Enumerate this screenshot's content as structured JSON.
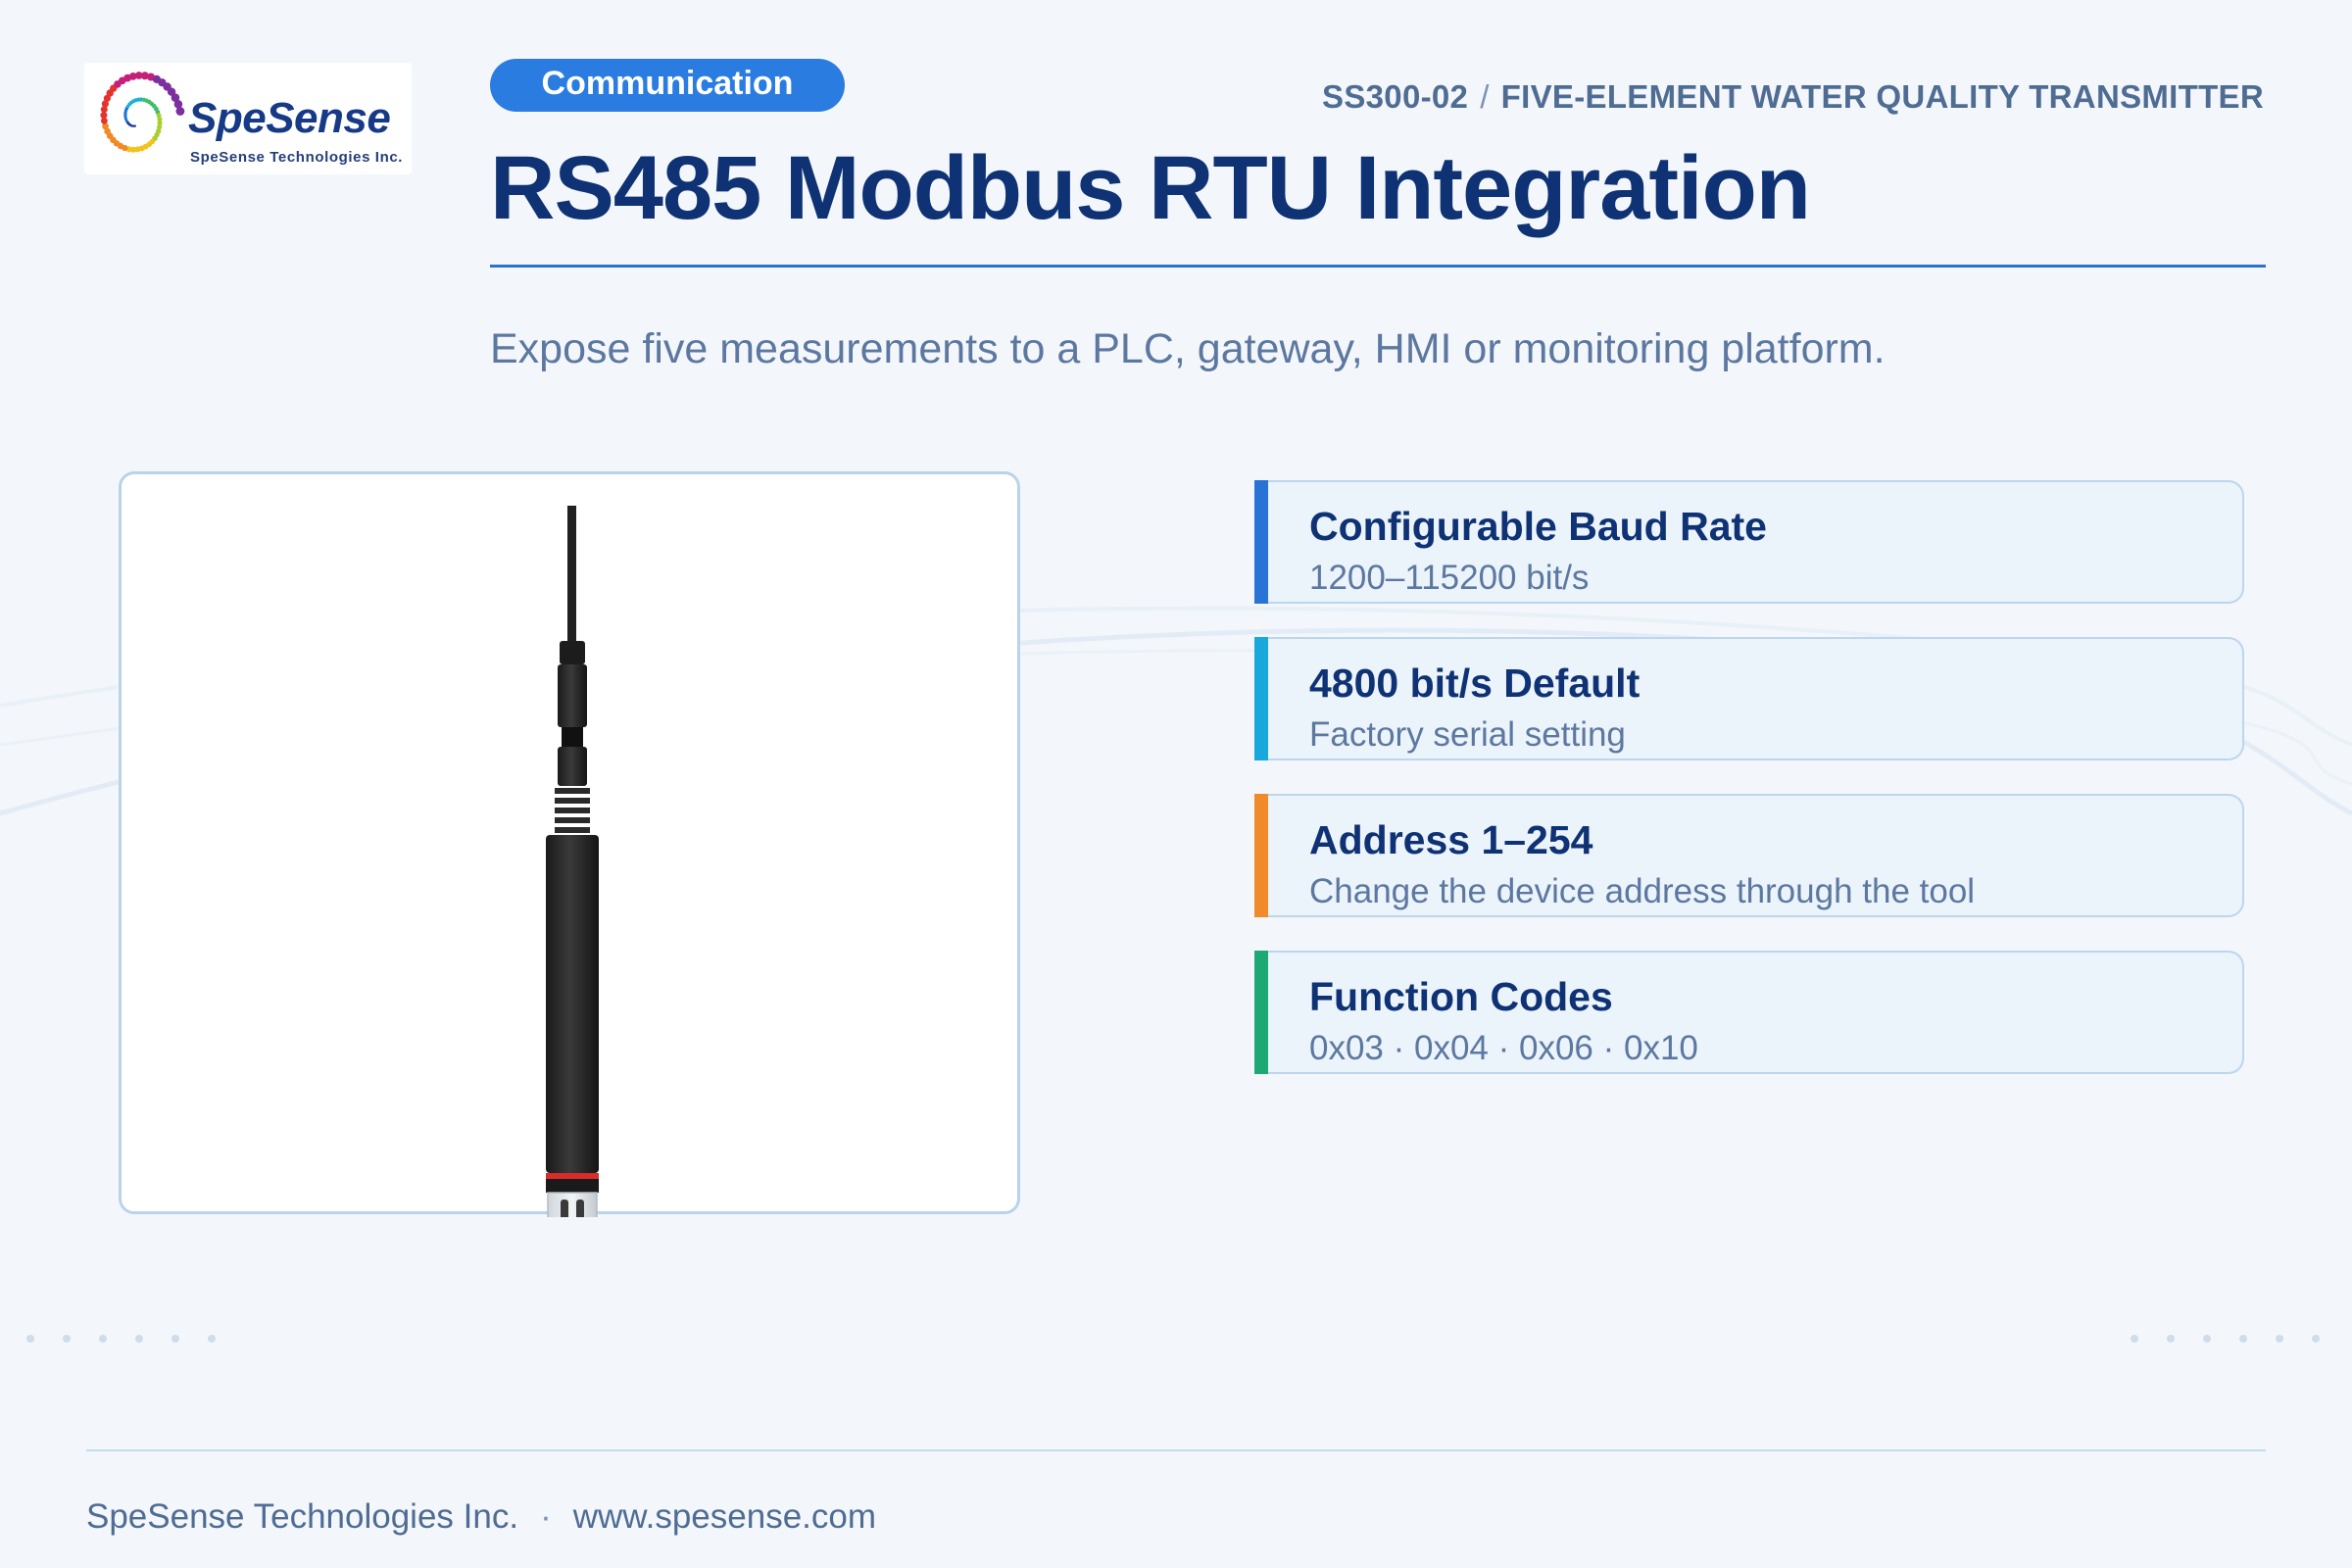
{
  "brand": {
    "name": "SpeSense",
    "subtitle": "SpeSense Technologies Inc."
  },
  "header": {
    "category_tag": "Communication",
    "model": "SS300-02",
    "separator": "/",
    "product_line": "FIVE-ELEMENT WATER QUALITY TRANSMITTER",
    "title": "RS485 Modbus RTU Integration",
    "subtitle": "Expose five measurements to a PLC, gateway, HMI or monitoring platform."
  },
  "features": [
    {
      "title": "Configurable Baud Rate",
      "description": "1200–115200 bit/s",
      "accent": "#2a73d6"
    },
    {
      "title": "4800 bit/s Default",
      "description": "Factory serial setting",
      "accent": "#18a8dc"
    },
    {
      "title": "Address 1–254",
      "description": "Change the device address through the tool",
      "accent": "#f08a2a"
    },
    {
      "title": "Function Codes",
      "description": "0x03 · 0x04 · 0x06 · 0x10",
      "accent": "#1ea873"
    }
  ],
  "footer": {
    "company": "SpeSense Technologies Inc.",
    "separator": "·",
    "website": "www.spesense.com"
  },
  "colors": {
    "primary": "#0f3274",
    "tag": "#2a7ce0",
    "rule": "#2c72c8",
    "muted_text": "#5d78a0"
  }
}
